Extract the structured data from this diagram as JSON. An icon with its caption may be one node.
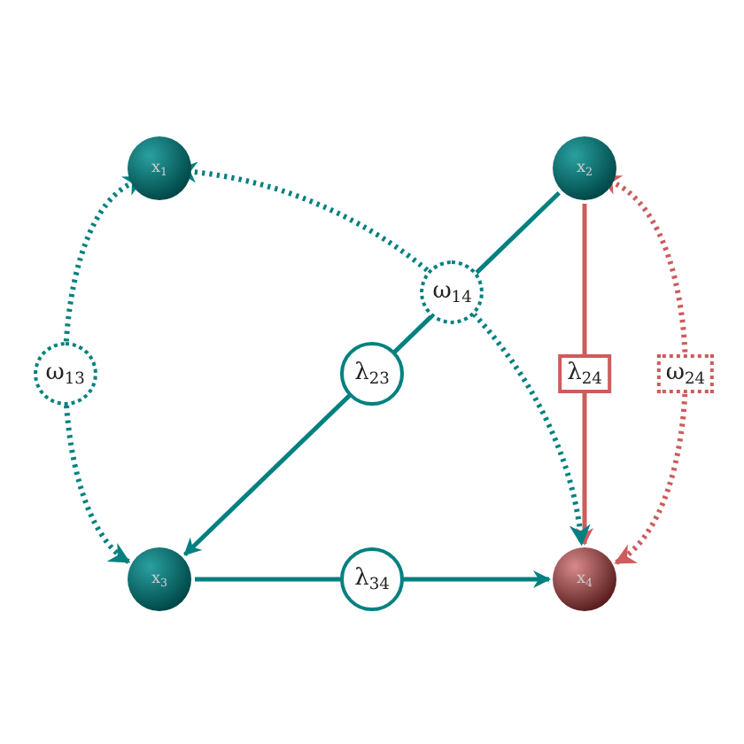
{
  "diagram": {
    "nodes": [
      {
        "text": [
          "x$_{1}$"
        ]
      },
      {
        "text": [
          "x$_{2}$"
        ]
      },
      {
        "text": [
          "x$_{3}$"
        ]
      },
      {
        "text": [
          "x$_{4}$"
        ]
      }
    ],
    "edges": [
      {
        "from": 1,
        "to": 2,
        "arrow": "to",
        "label": "λ$_{23}$"
      },
      {
        "from": 1,
        "to": 3,
        "arrow": "to",
        "label": "λ$_{24}$",
        "color": "#cd5c5c"
      },
      {
        "from": 2,
        "to": 3,
        "arrow": "to",
        "label": "λ$_{34}$"
      },
      {
        "from": 0,
        "to": 2,
        "arrow": "both",
        "label": "ω$_{13}$",
        "style": "dashed"
      },
      {
        "from": 0,
        "to": 3,
        "arrow": "both",
        "label": "ω$_{14}$",
        "style": "dashed"
      },
      {
        "from": 1,
        "to": 3,
        "arrow": "both",
        "label": "ω$_{24}$",
        "style": "dashed",
        "color": "#cd5c5c"
      }
    ]
  }
}
